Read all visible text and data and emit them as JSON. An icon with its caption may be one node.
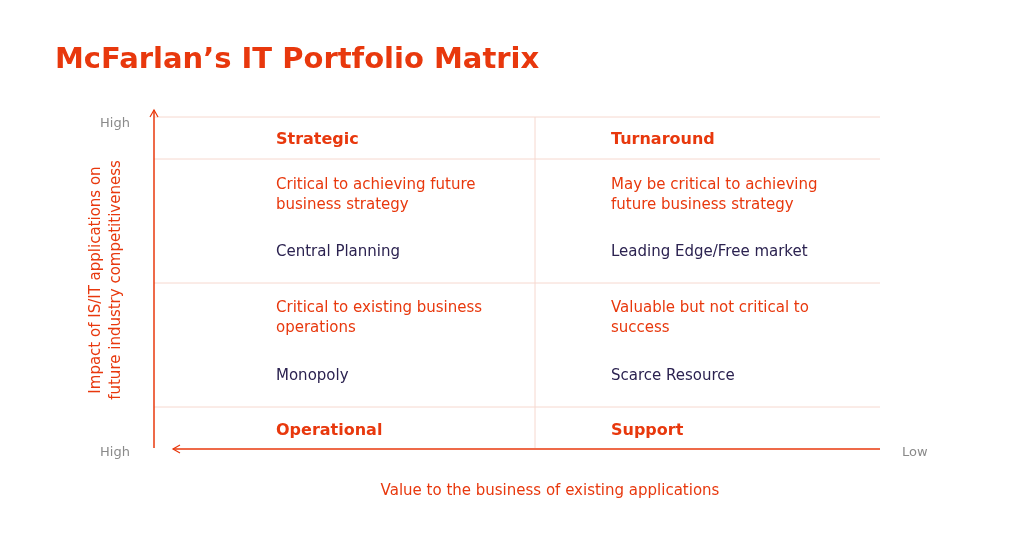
{
  "diagram": {
    "title": "McFarlan’s IT Portfolio Matrix",
    "labels": [
      "High",
      "Strategic",
      "Turnaround",
      "Critical to achieving future business strategy",
      "May be critical to achieving future business strategy",
      "Central Planning",
      "Leading Edge/Free market",
      "Critical to existing business operations",
      "Valuable but not critical to success",
      "Monopoly",
      "Scarce Resource",
      "Operational",
      "Support",
      "Impact of IS/IT applications on future industry competitiveness",
      "High",
      "Low",
      "Value to the business of existing applications"
    ]
  }
}
